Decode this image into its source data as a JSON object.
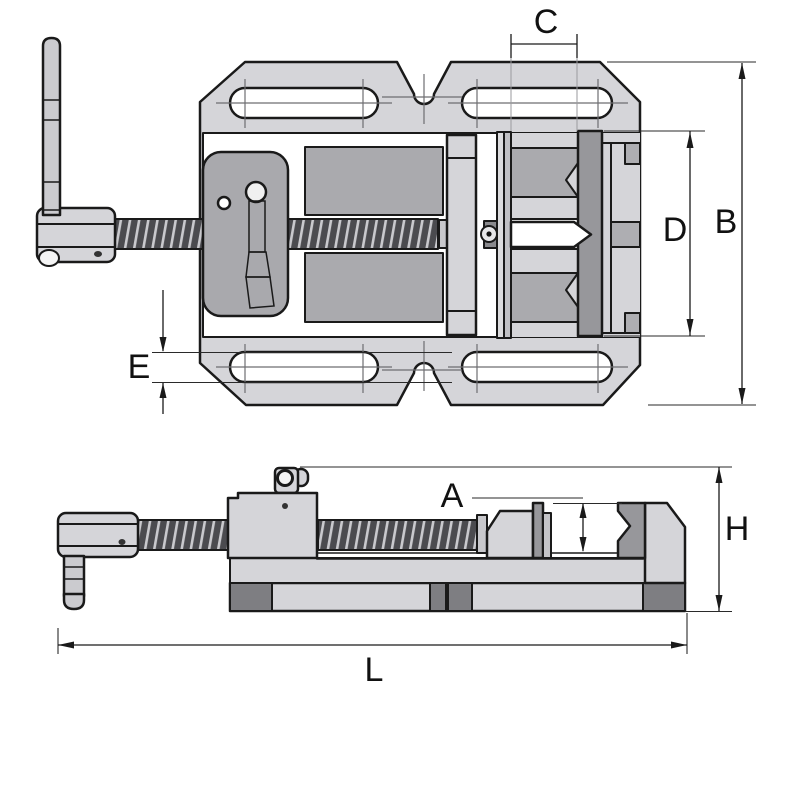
{
  "labels": {
    "C": "C",
    "B": "B",
    "D": "D",
    "E": "E",
    "A": "A",
    "H": "H",
    "L": "L"
  },
  "colors": {
    "background": "#ffffff",
    "body_gray": "#d5d5d9",
    "panel_gray": "#a9a9ad",
    "jaw_plate_gray": "#97979b",
    "dark_metal": "#4a4a4c",
    "foot_gray": "#7e7e82",
    "outline": "#1a1a1a",
    "centerline": "#6e6e72"
  }
}
